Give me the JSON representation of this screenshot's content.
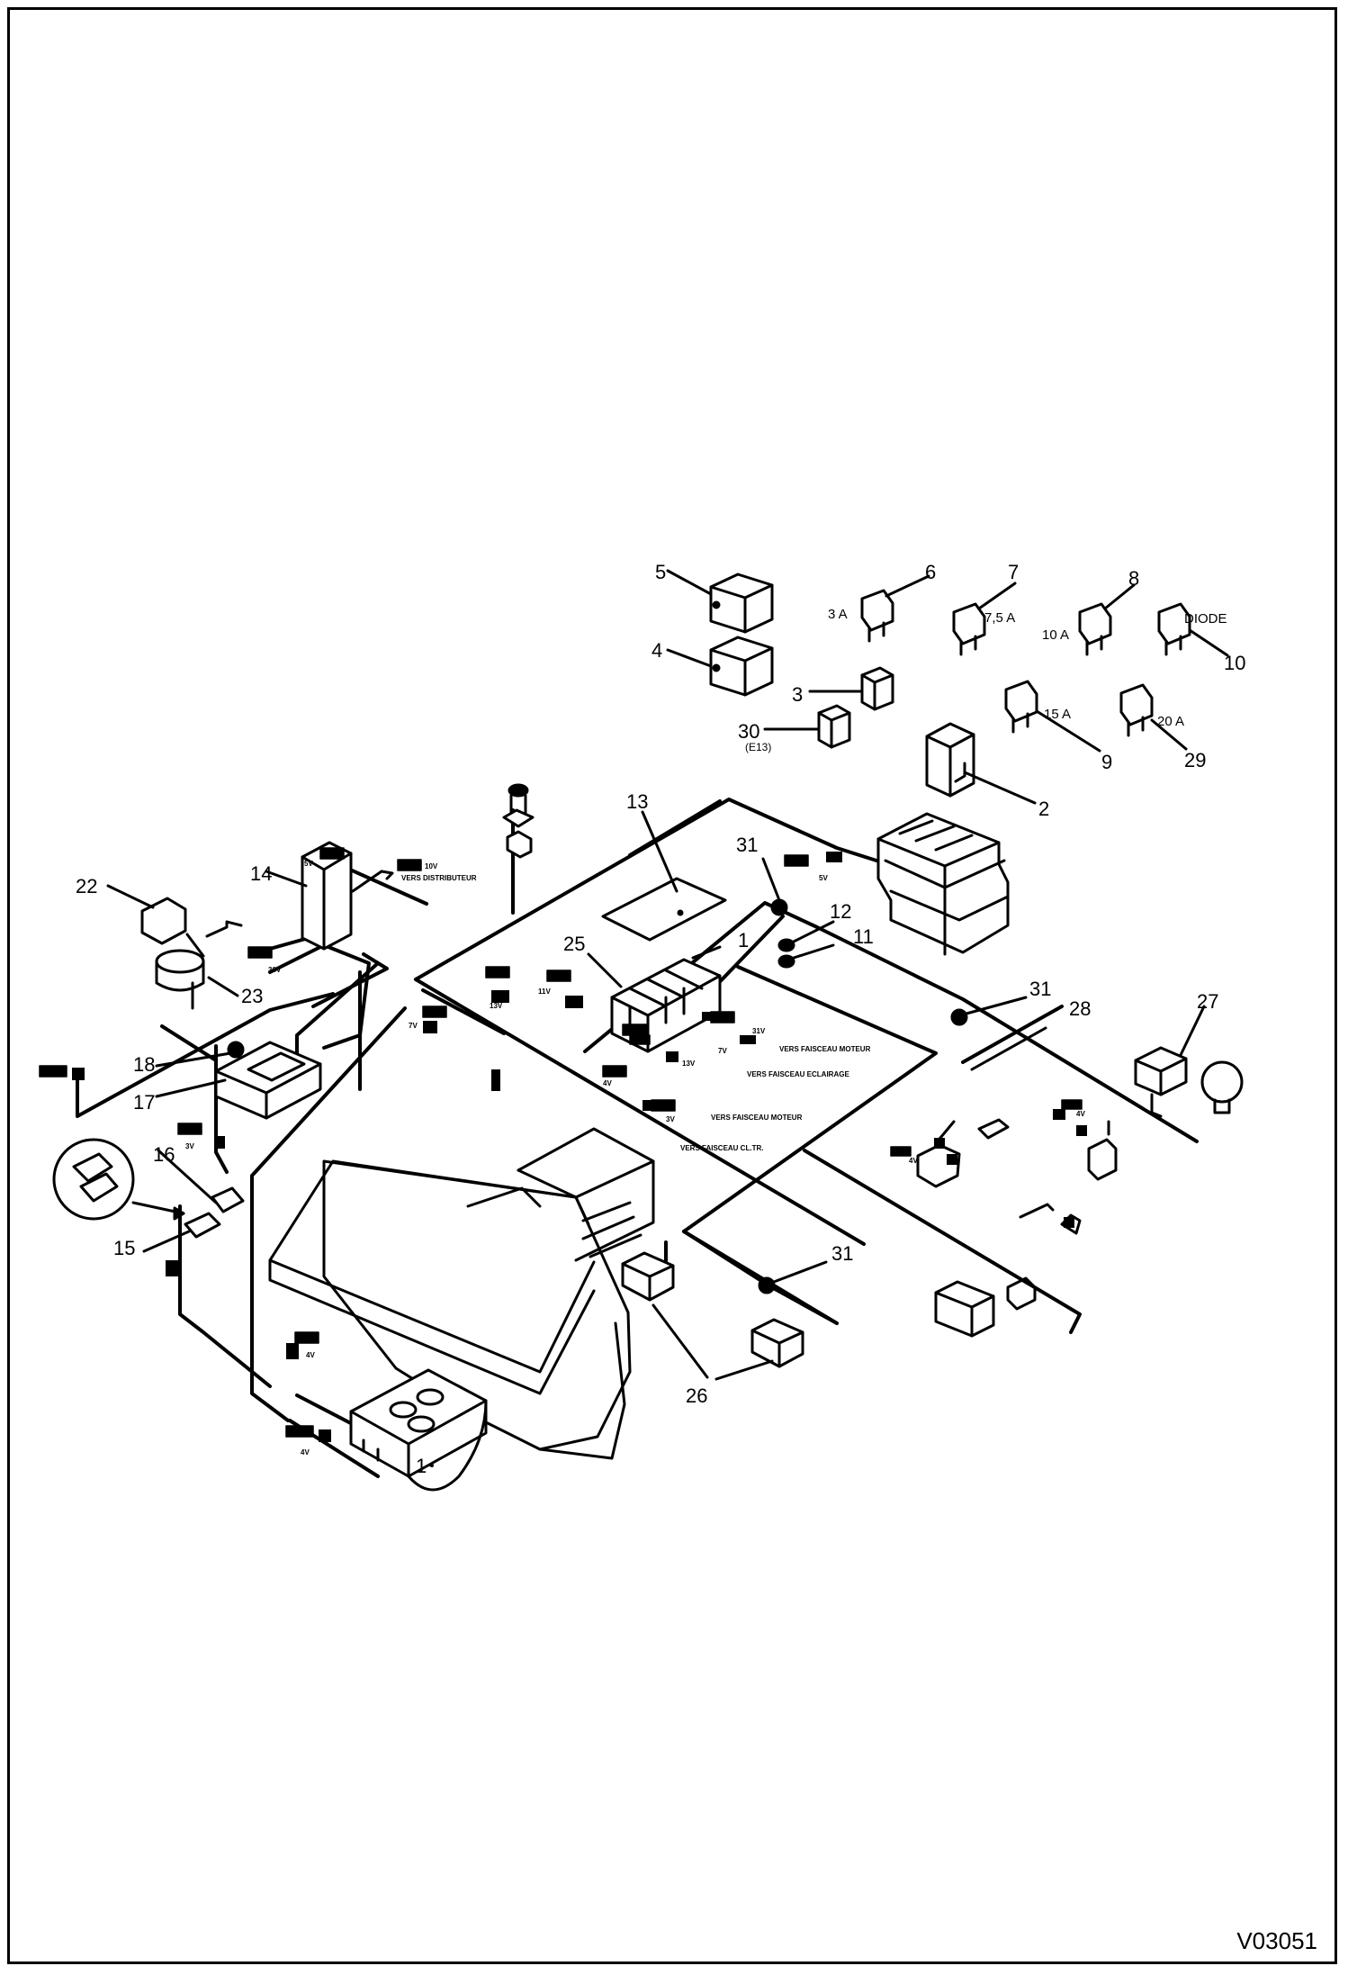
{
  "drawing_ref": "V03051",
  "callouts": {
    "c1a": "1",
    "c1b": "1",
    "c2": "2",
    "c3": "3",
    "c4": "4",
    "c5": "5",
    "c6": "6",
    "c7": "7",
    "c8": "8",
    "c9": "9",
    "c10": "10",
    "c11": "11",
    "c12": "12",
    "c13": "13",
    "c14": "14",
    "c15": "15",
    "c16": "16",
    "c17": "17",
    "c18": "18",
    "c22": "22",
    "c23": "23",
    "c25": "25",
    "c26": "26",
    "c27": "27",
    "c28": "28",
    "c29": "29",
    "c30": "30",
    "c31a": "31",
    "c31b": "31",
    "c31c": "31"
  },
  "ratings": {
    "fuse_6": "3 A",
    "fuse_7": "7,5 A",
    "fuse_8": "10 A",
    "fuse_9": "15 A",
    "fuse_29": "20 A",
    "diode_10": "DIODE",
    "relay_30_code": "(E13)"
  },
  "harness_tags": {
    "t14a": "5V",
    "t14b": "10V",
    "t14c": "VERS DISTRIBUTEUR",
    "t23": "30V",
    "t_top": "5V",
    "t_mid1": "13V",
    "t_mid2": "11V",
    "t_mid3": "7V",
    "t_right1": "31V",
    "t_right2": "VERS FAISCEAU MOTEUR",
    "t_right3": "VERS FAISCEAU ECLAIRAGE",
    "t_right4": "13V",
    "t_right5": "7V",
    "t_low1": "4V",
    "t_low2": "VERS FAISCEAU MOTEUR",
    "t_low3": "3V",
    "t_low4": "VERS FAISCEAU CL.TR.",
    "t_left1": "3V",
    "t_left2": "4V",
    "t_left3": "4V",
    "t_far1": "4V",
    "t_far2": "4V"
  }
}
